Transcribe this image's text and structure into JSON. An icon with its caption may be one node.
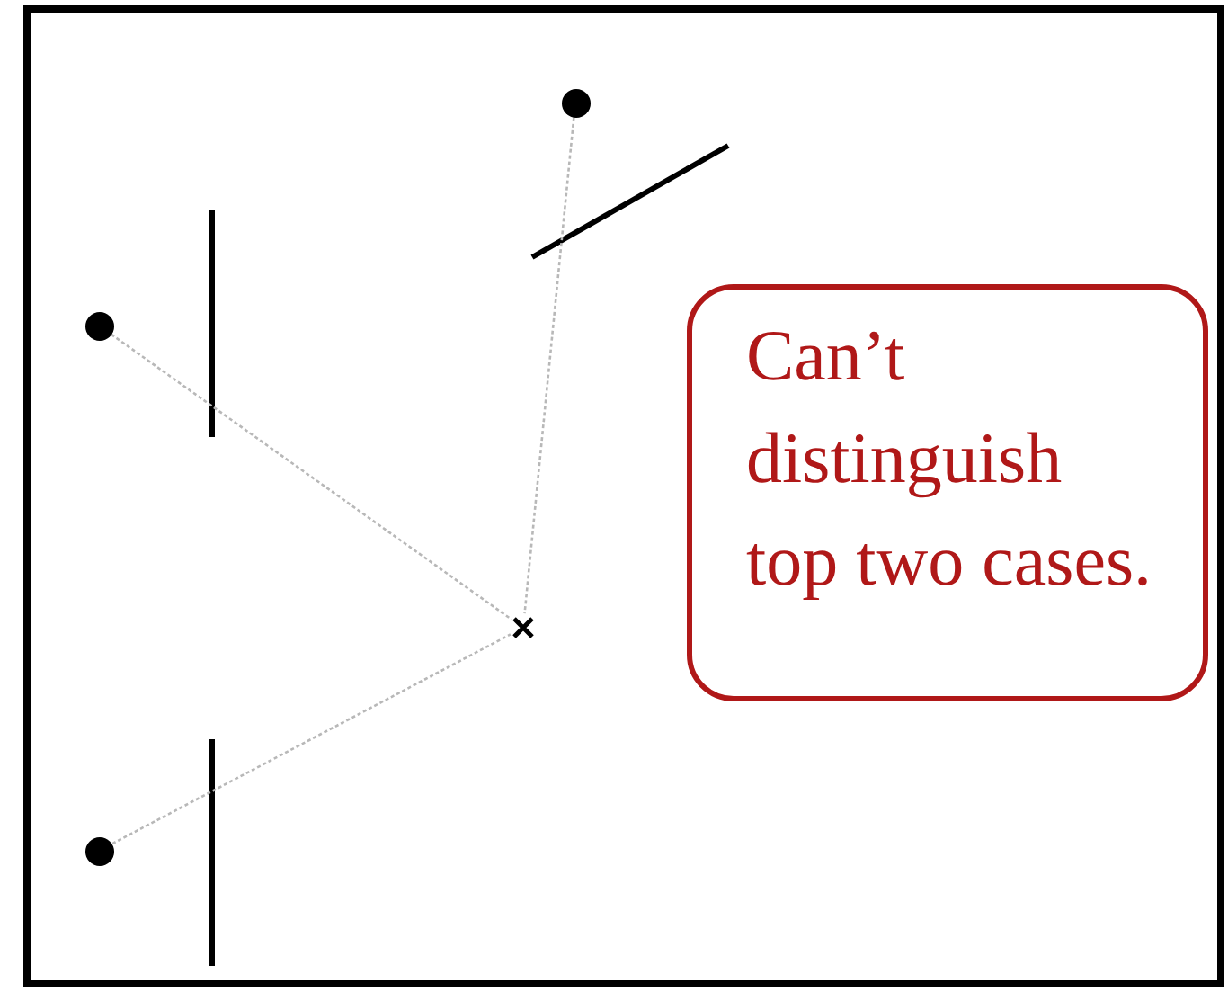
{
  "diagram": {
    "nodes": [
      {
        "text": [],
        "shape": "circle"
      },
      {
        "text": [],
        "shape": "circle"
      },
      {
        "text": [
          "Can’t distinguish top two cases."
        ]
      },
      {
        "text": [],
        "shape": "cross"
      },
      {
        "text": [],
        "shape": "circle"
      }
    ],
    "edges": [
      {
        "from": 1,
        "to": 3,
        "arrow": "none"
      },
      {
        "from": 0,
        "to": 3,
        "arrow": "none"
      },
      {
        "from": 4,
        "to": 3,
        "arrow": "none"
      }
    ]
  }
}
